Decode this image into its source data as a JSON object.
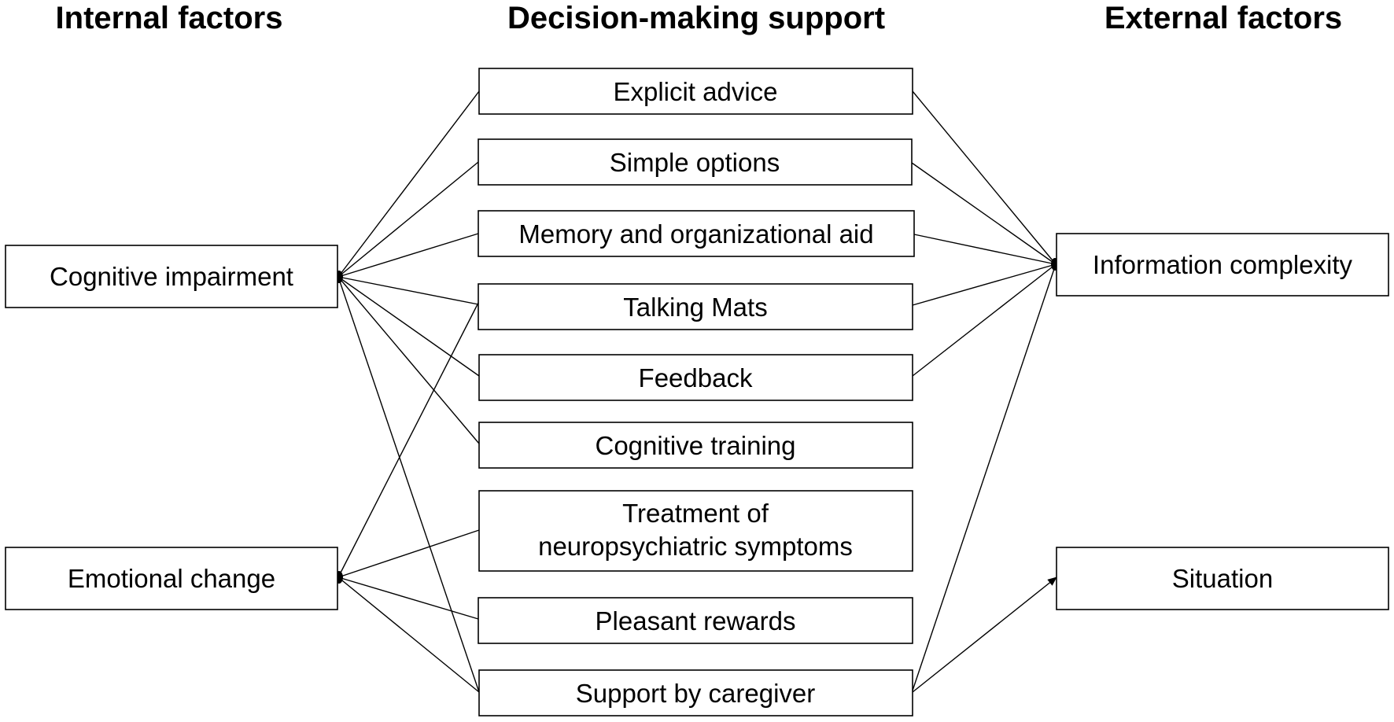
{
  "headers": {
    "internal": "Internal factors",
    "support": "Decision-making support",
    "external": "External factors"
  },
  "nodes": {
    "cognitive_impairment": "Cognitive impairment",
    "emotional_change": "Emotional change",
    "explicit_advice": "Explicit advice",
    "simple_options": "Simple options",
    "memory_aid": "Memory and organizational aid",
    "talking_mats": "Talking Mats",
    "feedback": "Feedback",
    "cognitive_training": "Cognitive training",
    "treatment_line1": "Treatment of",
    "treatment_line2": "neuropsychiatric symptoms",
    "pleasant_rewards": "Pleasant rewards",
    "support_caregiver": "Support by caregiver",
    "information_complexity": "Information complexity",
    "situation": "Situation"
  },
  "edges": [
    {
      "from": "cognitive_impairment",
      "to": "explicit_advice"
    },
    {
      "from": "cognitive_impairment",
      "to": "simple_options"
    },
    {
      "from": "cognitive_impairment",
      "to": "memory_aid"
    },
    {
      "from": "cognitive_impairment",
      "to": "talking_mats"
    },
    {
      "from": "cognitive_impairment",
      "to": "feedback"
    },
    {
      "from": "cognitive_impairment",
      "to": "cognitive_training"
    },
    {
      "from": "cognitive_impairment",
      "to": "support_caregiver"
    },
    {
      "from": "emotional_change",
      "to": "talking_mats"
    },
    {
      "from": "emotional_change",
      "to": "treatment"
    },
    {
      "from": "emotional_change",
      "to": "pleasant_rewards"
    },
    {
      "from": "emotional_change",
      "to": "support_caregiver"
    },
    {
      "from": "information_complexity",
      "to": "explicit_advice"
    },
    {
      "from": "information_complexity",
      "to": "simple_options"
    },
    {
      "from": "information_complexity",
      "to": "memory_aid"
    },
    {
      "from": "information_complexity",
      "to": "talking_mats"
    },
    {
      "from": "information_complexity",
      "to": "feedback"
    },
    {
      "from": "information_complexity",
      "to": "support_caregiver"
    },
    {
      "from": "support_caregiver",
      "to": "situation",
      "arrow": true
    }
  ]
}
